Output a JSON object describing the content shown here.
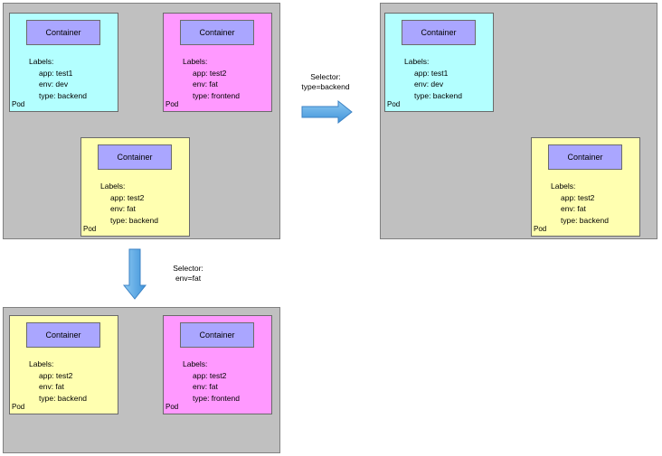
{
  "labels_heading": "Labels:",
  "container_label": "Container",
  "pod_label": "Pod",
  "selector_right": {
    "line1": "Selector:",
    "line2": "type=backend"
  },
  "selector_down": {
    "line1": "Selector:",
    "line2": "env=fat"
  },
  "colors": {
    "panel": "#c0c0c0",
    "pod_cyan": "#b3ffff",
    "pod_pink": "#ff99ff",
    "pod_yellow": "#ffffb0",
    "container": "#aaa6ff",
    "arrow": "#5aa9e6"
  },
  "panels": {
    "source": {
      "pods": [
        {
          "app": "app: test1",
          "env": "env: dev",
          "type": "type: backend"
        },
        {
          "app": "app: test2",
          "env": "env: fat",
          "type": "type: frontend"
        },
        {
          "app": "app: test2",
          "env": "env: fat",
          "type": "type: backend"
        }
      ]
    },
    "type_backend": {
      "pods": [
        {
          "app": "app: test1",
          "env": "env: dev",
          "type": "type: backend"
        },
        {
          "app": "app: test2",
          "env": "env: fat",
          "type": "type: backend"
        }
      ]
    },
    "env_fat": {
      "pods": [
        {
          "app": "app: test2",
          "env": "env: fat",
          "type": "type: backend"
        },
        {
          "app": "app: test2",
          "env": "env: fat",
          "type": "type: frontend"
        }
      ]
    }
  }
}
